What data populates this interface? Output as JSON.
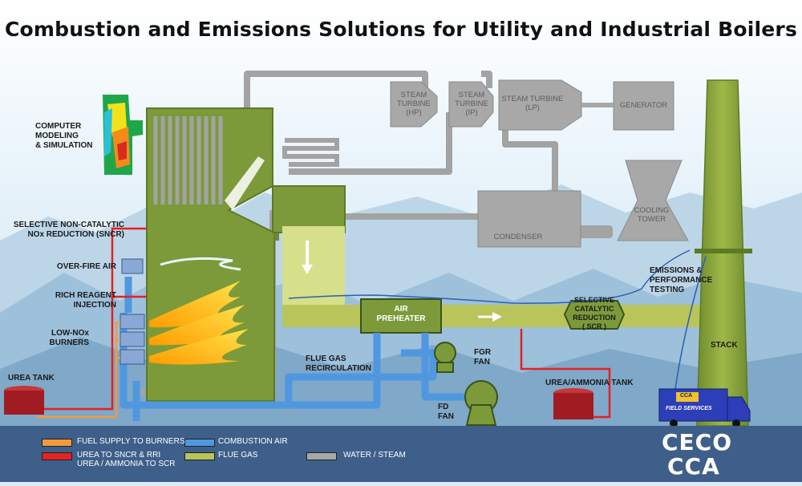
{
  "title": "Combustion and Emissions Solutions for Utility and Industrial Boilers",
  "left_labels": {
    "modeling": "COMPUTER\nMODELING\n& SIMULATION",
    "sncr": "SELECTIVE NON-CATALYTIC\nNOx REDUCTION (SNCR)",
    "ofa": "OVER-FIRE AIR",
    "rri": "RICH REAGENT\nINJECTION",
    "burners": "LOW-NOx\nBURNERS",
    "urea_tank": "UREA TANK"
  },
  "components": {
    "hp": "STEAM\nTURBINE\n(HP)",
    "ip": "STEAM\nTURBINE\n(IP)",
    "lp": "STEAM TURBINE\n(LP)",
    "generator": "GENERATOR",
    "condenser": "CONDENSER",
    "cooling_tower": "COOLING\nTOWER",
    "air_preheater": "AIR\nPREHEATER",
    "scr": "SELECTIVE\nCATALYTIC\nREDUCTION\n( SCR )",
    "stack": "STACK",
    "fgr_fan": "FGR\nFAN",
    "fd_fan": "FD\nFAN",
    "flue_gas_recirc": "FLUE GAS\nRECIRCULATION",
    "urea_ammonia_tank": "UREA/AMMONIA TANK",
    "emissions": "EMISSIONS &\nPERFORMANCE\nTESTING",
    "truck_badge": "CCA",
    "truck_text": "FIELD SERVICES"
  },
  "legend": [
    {
      "color": "#f29a3d",
      "label": "FUEL SUPPLY TO BURNERS"
    },
    {
      "color": "#e32222",
      "label": "UREA TO SNCR & RRI\nUREA / AMMONIA TO SCR"
    },
    {
      "color": "#4f98e0",
      "label": "COMBUSTION AIR"
    },
    {
      "color": "#b9c45a",
      "label": "FLUE GAS"
    },
    {
      "color": "#a8a8a8",
      "label": "WATER / STEAM"
    }
  ],
  "logo": {
    "line1": "CECO",
    "line2": "CCA"
  },
  "colors": {
    "flue_gas": "#b9c45a",
    "boiler": "#7c9a3a",
    "steam": "#a8a8a8",
    "air": "#4f98e0",
    "urea": "#e32222",
    "fuel": "#f29a3d",
    "legend_bar": "#3e5f8a"
  }
}
